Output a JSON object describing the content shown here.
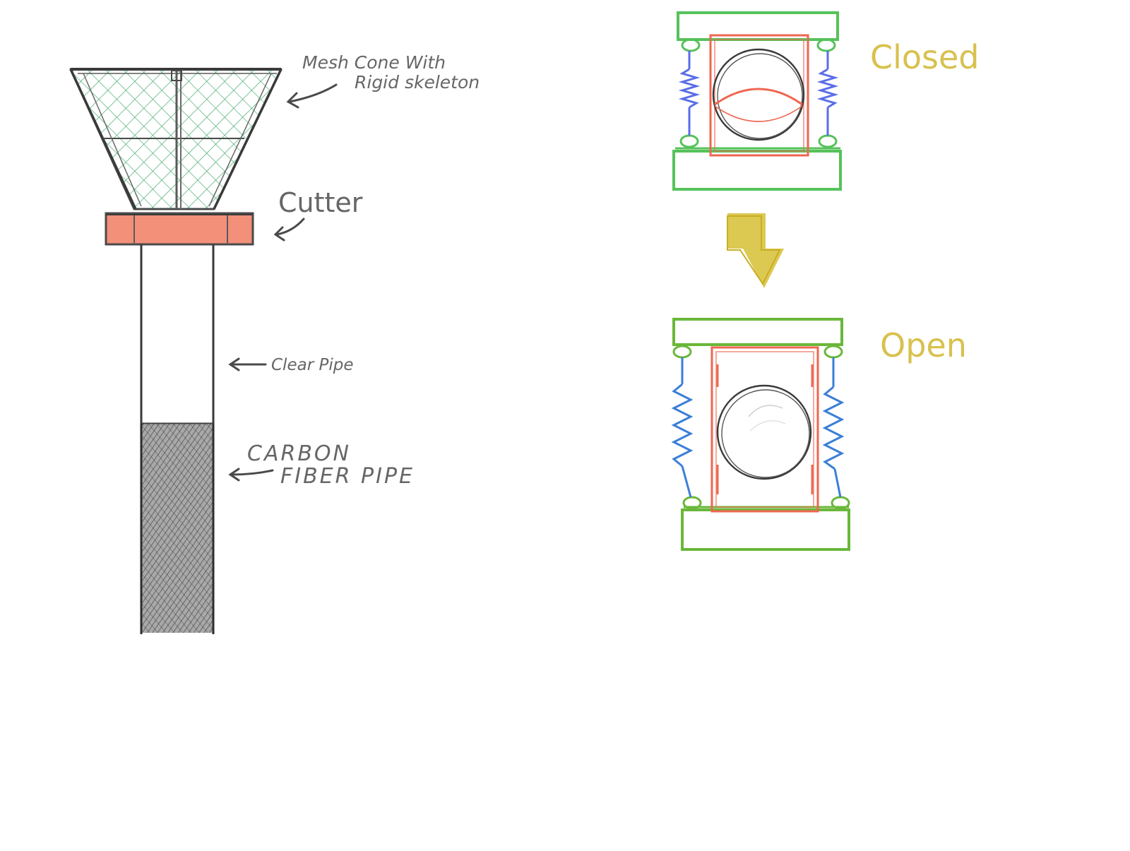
{
  "labels": {
    "mesh_cone_line1": "Mesh Cone With",
    "mesh_cone_line2": "Rigid skeleton",
    "cutter": "Cutter",
    "clear_pipe": "Clear Pipe",
    "carbon_line1": "CARBON",
    "carbon_line2": "FIBER PIPE",
    "closed": "Closed",
    "open": "Open"
  },
  "colors": {
    "pencil": "#4a4a4a",
    "mesh": "#3ea86a",
    "cutter": "#f2907a",
    "frame": "#56c25a",
    "spring_closed": "#5a6ee8",
    "spring_open": "#3a7fd8",
    "block": "#ef6650",
    "arrow": "#d6bf34",
    "state_text": "#d8c14e"
  }
}
